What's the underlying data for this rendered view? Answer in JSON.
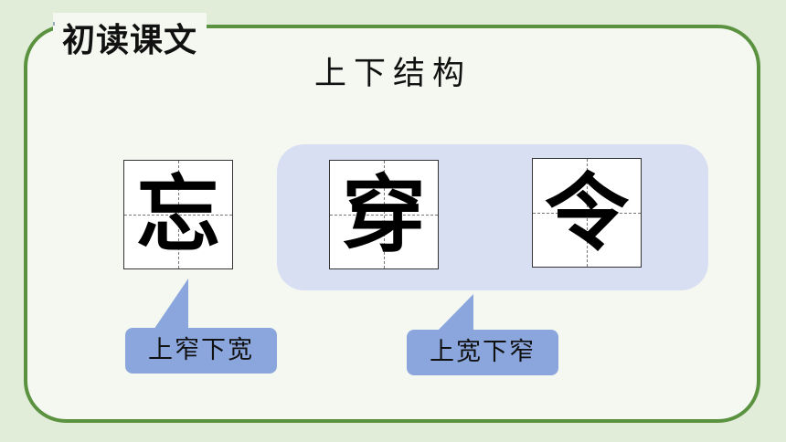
{
  "slide": {
    "section_label": "初读课文",
    "title": "上下结构"
  },
  "characters": [
    "忘",
    "穿",
    "令"
  ],
  "callouts": [
    {
      "text": "上窄下宽"
    },
    {
      "text": "上宽下窄"
    }
  ],
  "colors": {
    "page_bg": "#e2edd9",
    "card_bg": "#f5f8f1",
    "card_border": "#5b9240",
    "group_bg": "#d9dff2",
    "callout_bg": "#8aa6dc"
  }
}
